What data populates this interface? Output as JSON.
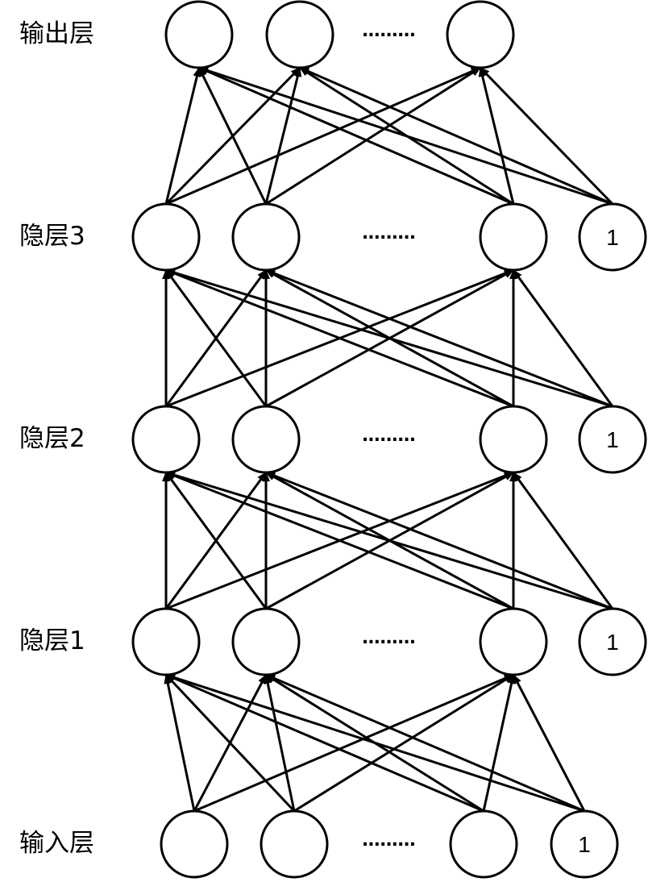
{
  "layers": [
    {
      "id": "output",
      "label": "输出层",
      "bias": ""
    },
    {
      "id": "hidden3",
      "label": "隐层3",
      "bias": "1"
    },
    {
      "id": "hidden2",
      "label": "隐层2",
      "bias": "1"
    },
    {
      "id": "hidden1",
      "label": "隐层1",
      "bias": "1"
    },
    {
      "id": "input",
      "label": "输入层",
      "bias": "1"
    }
  ],
  "ellipsis": "........."
}
